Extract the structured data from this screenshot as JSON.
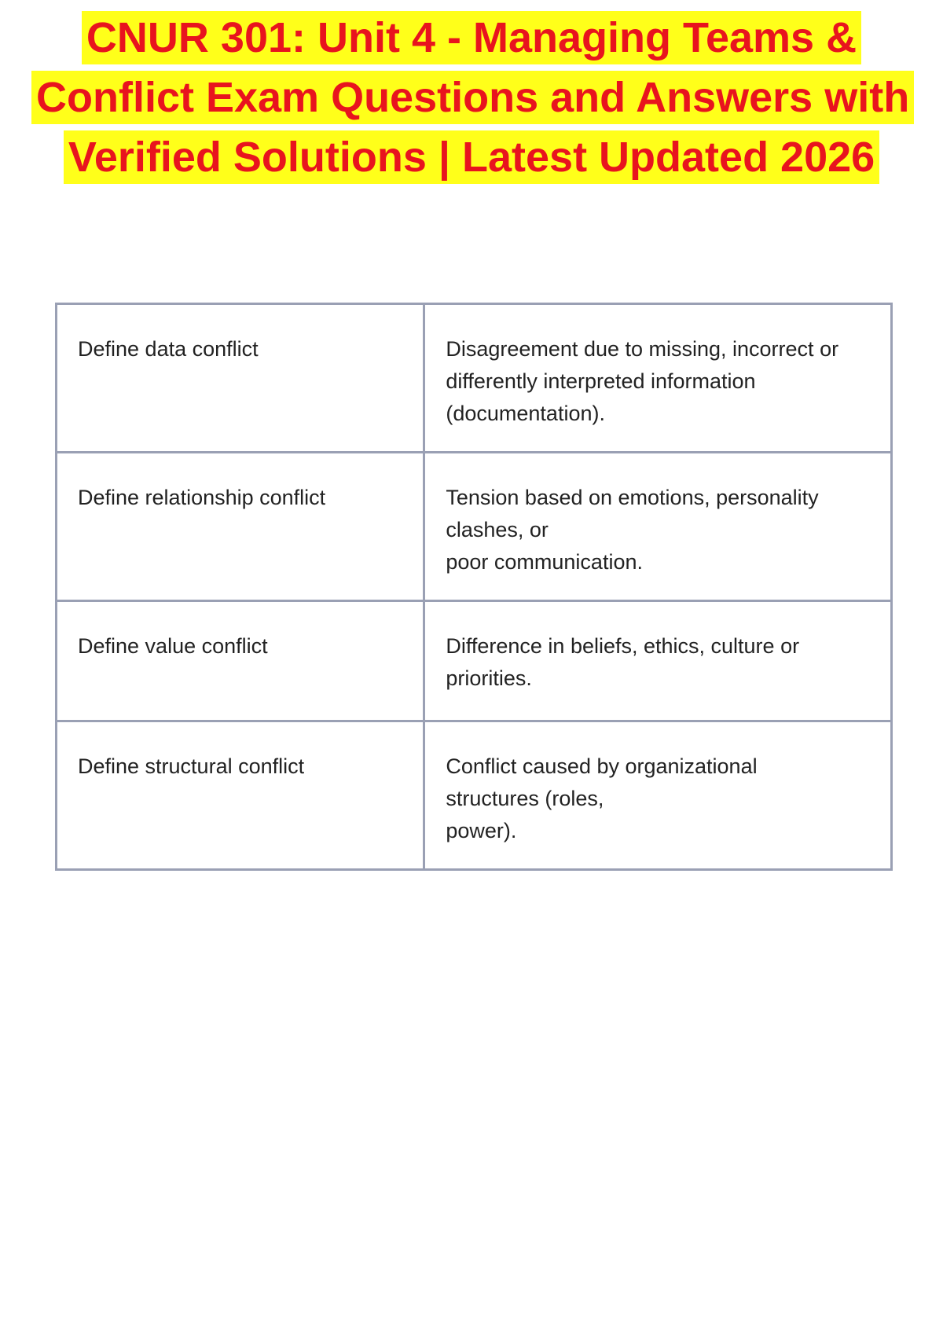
{
  "document": {
    "title_lines": [
      "CNUR 301: Unit 4 - Managing Teams &",
      "Conflict Exam Questions and Answers with",
      "Verified Solutions | Latest Updated 2026"
    ],
    "colors": {
      "title_text": "#e8141e",
      "title_highlight": "#ffff1a",
      "table_border": "#9aa0b4"
    }
  },
  "qa_table": {
    "rows": [
      {
        "term": "Define data conflict",
        "definition": "Disagreement due to missing, incorrect or\ndifferently interpreted information\n(documentation)."
      },
      {
        "term": "Define relationship conflict",
        "definition": "Tension based on emotions, personality\nclashes, or\npoor communication."
      },
      {
        "term": "Define value conflict",
        "definition": "Difference in beliefs, ethics, culture or\npriorities."
      },
      {
        "term": "Define structural conflict",
        "definition": "Conflict caused by organizational\nstructures (roles,\npower)."
      }
    ]
  }
}
